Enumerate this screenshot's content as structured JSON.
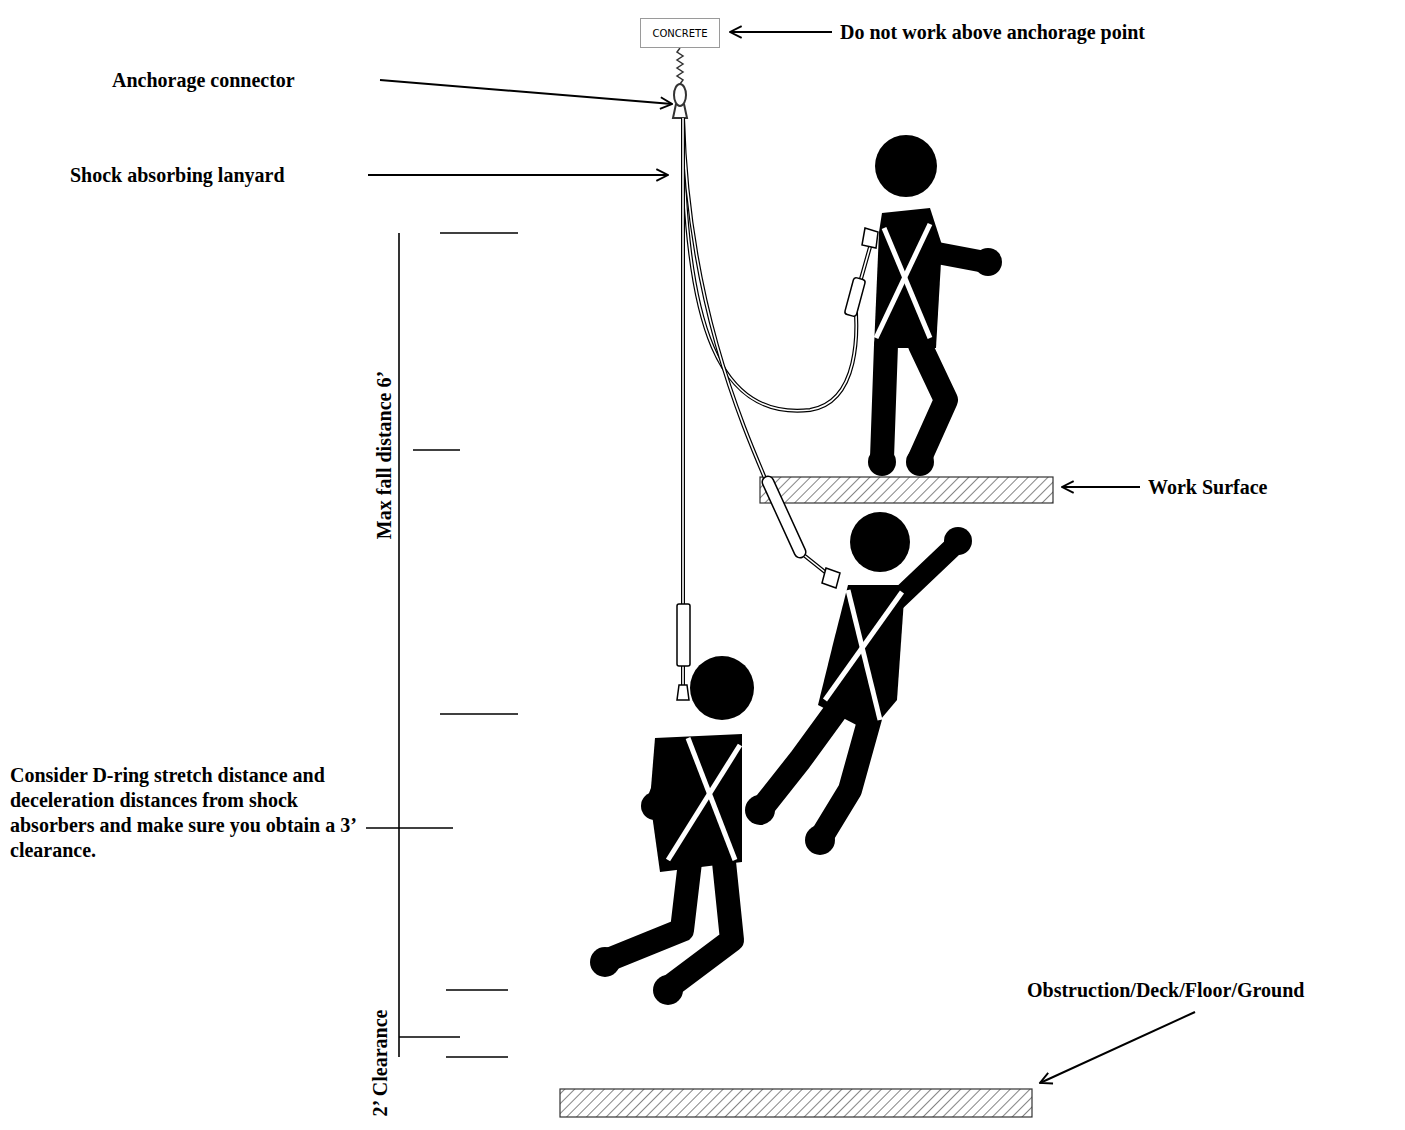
{
  "diagram": {
    "nodes": [
      {
        "text": [
          "CONCRETE"
        ]
      }
    ],
    "labels": [
      "Do not work above anchorage point",
      "Anchorage connector",
      "Shock absorbing lanyard",
      "Max fall distance 6’",
      "Work Surface",
      "Consider D-ring stretch distance and deceleration distances from shock absorbers and make sure you obtain a 3’ clearance.",
      "Obstruction/Deck/Floor/Ground",
      "2’ Clearance"
    ]
  }
}
